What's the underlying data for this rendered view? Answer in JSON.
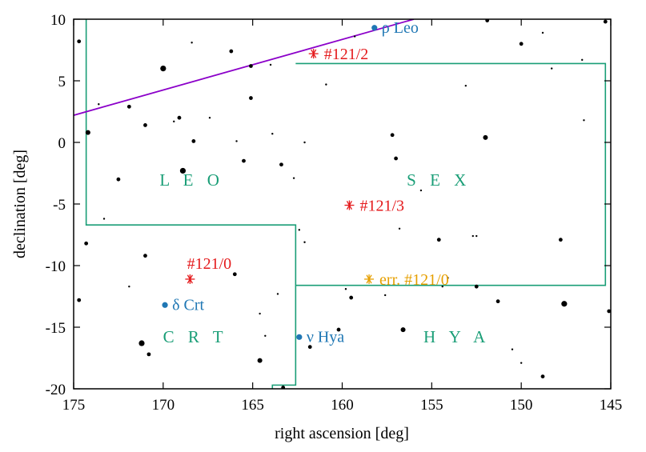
{
  "chart_data": {
    "type": "scatter",
    "xlabel": "right ascension [deg]",
    "ylabel": "declination [deg]",
    "xlim": [
      175,
      145
    ],
    "ylim": [
      -20,
      10
    ],
    "xticks": [
      "175",
      "170",
      "165",
      "160",
      "155",
      "150",
      "145"
    ],
    "yticks": [
      "10",
      "5",
      "0",
      "-5",
      "-10",
      "-15",
      "-20"
    ],
    "grid": false,
    "colors": {
      "boundary": "#1a9e77",
      "ecliptic": "#8b00c9",
      "star_label": "#1f77b4",
      "marker": "#e41a1c",
      "err": "#e69f00",
      "field_star": "#000000"
    },
    "constellation_labels": [
      {
        "text": "L E O",
        "ra": 168.4,
        "dec": -3.0
      },
      {
        "text": "S E X",
        "ra": 154.6,
        "dec": -3.0
      },
      {
        "text": "C R T",
        "ra": 168.2,
        "dec": -15.7
      },
      {
        "text": "H Y A",
        "ra": 153.6,
        "dec": -15.7
      }
    ],
    "boundaries": [
      [
        [
          174.3,
          10
        ],
        [
          174.3,
          -6.7
        ],
        [
          162.6,
          -6.7
        ],
        [
          162.6,
          -19.7
        ],
        [
          163.9,
          -19.7
        ],
        [
          163.9,
          -20
        ]
      ],
      [
        [
          162.6,
          6.4
        ],
        [
          145.3,
          6.4
        ],
        [
          145.3,
          -11.6
        ],
        [
          162.6,
          -11.6
        ]
      ]
    ],
    "ecliptic": [
      [
        175,
        2.2
      ],
      [
        156,
        10
      ]
    ],
    "named_stars": [
      {
        "label": "ρ Leo",
        "ra": 158.2,
        "dec": 9.3
      },
      {
        "label": "δ Crt",
        "ra": 169.9,
        "dec": -13.2
      },
      {
        "label": "ν Hya",
        "ra": 162.4,
        "dec": -15.8
      }
    ],
    "markers": [
      {
        "label": "#121/2",
        "ra": 161.6,
        "dec": 7.2,
        "kind": "marker"
      },
      {
        "label": "#121/3",
        "ra": 159.6,
        "dec": -5.1,
        "kind": "marker"
      },
      {
        "label": "#121/0",
        "ra": 168.5,
        "dec": -11.1,
        "kind": "marker"
      },
      {
        "label": "err. #121/0",
        "ra": 158.5,
        "dec": -11.1,
        "kind": "err"
      }
    ],
    "field_stars": [
      {
        "ra": 174.7,
        "dec": 8.2,
        "mag": 2
      },
      {
        "ra": 174.2,
        "dec": 0.8,
        "mag": 2.5
      },
      {
        "ra": 173.6,
        "dec": 3.1,
        "mag": 1
      },
      {
        "ra": 172.5,
        "dec": -3.0,
        "mag": 2
      },
      {
        "ra": 171.9,
        "dec": 2.9,
        "mag": 2
      },
      {
        "ra": 171.0,
        "dec": 1.4,
        "mag": 2
      },
      {
        "ra": 170.0,
        "dec": 6.0,
        "mag": 3
      },
      {
        "ra": 169.4,
        "dec": 1.7,
        "mag": 1
      },
      {
        "ra": 169.1,
        "dec": 2.0,
        "mag": 2
      },
      {
        "ra": 168.9,
        "dec": -2.3,
        "mag": 3
      },
      {
        "ra": 168.4,
        "dec": 8.1,
        "mag": 1
      },
      {
        "ra": 168.3,
        "dec": 0.1,
        "mag": 2
      },
      {
        "ra": 167.4,
        "dec": 2.0,
        "mag": 1
      },
      {
        "ra": 166.2,
        "dec": 7.4,
        "mag": 2
      },
      {
        "ra": 165.9,
        "dec": 0.1,
        "mag": 1
      },
      {
        "ra": 165.1,
        "dec": 6.2,
        "mag": 2
      },
      {
        "ra": 165.1,
        "dec": 3.6,
        "mag": 2
      },
      {
        "ra": 165.5,
        "dec": -1.5,
        "mag": 2
      },
      {
        "ra": 164.0,
        "dec": 6.3,
        "mag": 1
      },
      {
        "ra": 163.9,
        "dec": 0.7,
        "mag": 1
      },
      {
        "ra": 163.4,
        "dec": -1.8,
        "mag": 2
      },
      {
        "ra": 162.7,
        "dec": -2.9,
        "mag": 1
      },
      {
        "ra": 162.1,
        "dec": 0.0,
        "mag": 1
      },
      {
        "ra": 160.9,
        "dec": 4.7,
        "mag": 1
      },
      {
        "ra": 159.3,
        "dec": 8.6,
        "mag": 1
      },
      {
        "ra": 157.2,
        "dec": 0.6,
        "mag": 2
      },
      {
        "ra": 157.0,
        "dec": -1.3,
        "mag": 2
      },
      {
        "ra": 155.6,
        "dec": -3.9,
        "mag": 1
      },
      {
        "ra": 156.8,
        "dec": -7.0,
        "mag": 1
      },
      {
        "ra": 154.6,
        "dec": -7.9,
        "mag": 2
      },
      {
        "ra": 153.1,
        "dec": 4.6,
        "mag": 1
      },
      {
        "ra": 152.0,
        "dec": 0.4,
        "mag": 2.5
      },
      {
        "ra": 152.7,
        "dec": -7.6,
        "mag": 1
      },
      {
        "ra": 152.5,
        "dec": -7.6,
        "mag": 1
      },
      {
        "ra": 151.9,
        "dec": 9.9,
        "mag": 2
      },
      {
        "ra": 150.0,
        "dec": 8.0,
        "mag": 2
      },
      {
        "ra": 148.3,
        "dec": 6.0,
        "mag": 1
      },
      {
        "ra": 148.8,
        "dec": 8.9,
        "mag": 1
      },
      {
        "ra": 147.8,
        "dec": -7.9,
        "mag": 2
      },
      {
        "ra": 146.5,
        "dec": 1.8,
        "mag": 1
      },
      {
        "ra": 145.3,
        "dec": 9.8,
        "mag": 2
      },
      {
        "ra": 146.6,
        "dec": 6.7,
        "mag": 1
      },
      {
        "ra": 174.3,
        "dec": -8.2,
        "mag": 2
      },
      {
        "ra": 173.3,
        "dec": -6.2,
        "mag": 1
      },
      {
        "ra": 171.0,
        "dec": -9.2,
        "mag": 2
      },
      {
        "ra": 171.9,
        "dec": -11.7,
        "mag": 1
      },
      {
        "ra": 166.0,
        "dec": -10.7,
        "mag": 2
      },
      {
        "ra": 164.6,
        "dec": -13.9,
        "mag": 1
      },
      {
        "ra": 163.6,
        "dec": -12.3,
        "mag": 1
      },
      {
        "ra": 174.7,
        "dec": -12.8,
        "mag": 2
      },
      {
        "ra": 171.2,
        "dec": -16.3,
        "mag": 3
      },
      {
        "ra": 170.8,
        "dec": -17.2,
        "mag": 2
      },
      {
        "ra": 164.6,
        "dec": -17.7,
        "mag": 2.5
      },
      {
        "ra": 164.3,
        "dec": -15.7,
        "mag": 1
      },
      {
        "ra": 163.3,
        "dec": -19.9,
        "mag": 2
      },
      {
        "ra": 162.1,
        "dec": -8.1,
        "mag": 1
      },
      {
        "ra": 162.4,
        "dec": -7.1,
        "mag": 1
      },
      {
        "ra": 161.8,
        "dec": -16.6,
        "mag": 2
      },
      {
        "ra": 160.2,
        "dec": -15.2,
        "mag": 2
      },
      {
        "ra": 159.5,
        "dec": -12.6,
        "mag": 2
      },
      {
        "ra": 157.6,
        "dec": -12.4,
        "mag": 1
      },
      {
        "ra": 156.6,
        "dec": -15.2,
        "mag": 2.5
      },
      {
        "ra": 154.4,
        "dec": -11.7,
        "mag": 1
      },
      {
        "ra": 152.5,
        "dec": -11.7,
        "mag": 2
      },
      {
        "ra": 151.3,
        "dec": -12.9,
        "mag": 2
      },
      {
        "ra": 150.5,
        "dec": -16.8,
        "mag": 1
      },
      {
        "ra": 150.0,
        "dec": -17.9,
        "mag": 1
      },
      {
        "ra": 148.8,
        "dec": -19.0,
        "mag": 2
      },
      {
        "ra": 147.6,
        "dec": -13.1,
        "mag": 3
      },
      {
        "ra": 145.1,
        "dec": -13.7,
        "mag": 2
      },
      {
        "ra": 154.1,
        "dec": -11.0,
        "mag": 1
      },
      {
        "ra": 159.8,
        "dec": -11.9,
        "mag": 1
      }
    ]
  }
}
